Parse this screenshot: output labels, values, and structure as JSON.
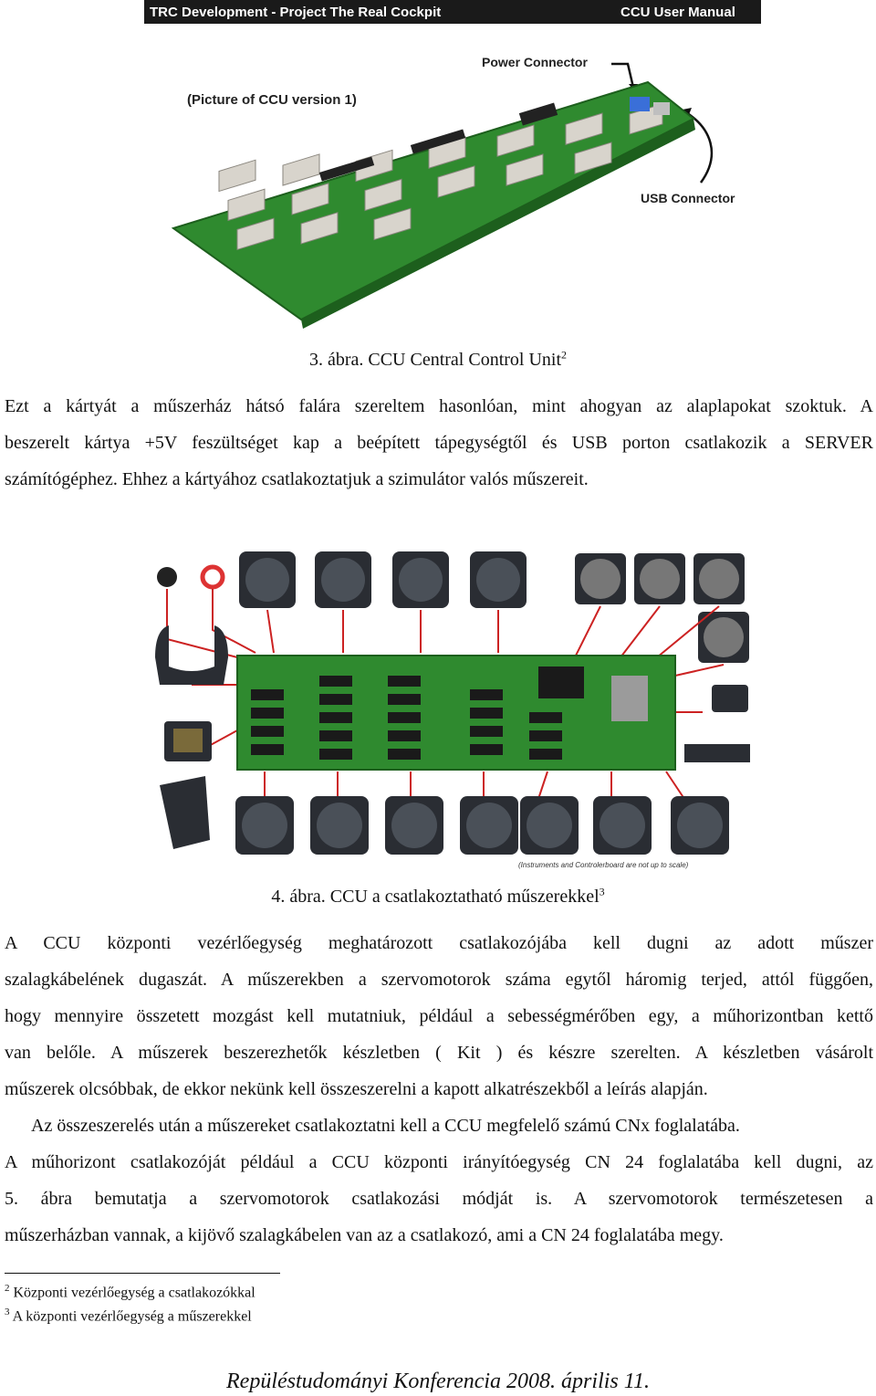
{
  "figure1": {
    "header_left": "TRC Development - Project The Real Cockpit",
    "header_right": "CCU User Manual",
    "picture_label": "(Picture of CCU version 1)",
    "power_label": "Power Connector",
    "usb_label": "USB Connector"
  },
  "caption1": {
    "text": "3. ábra. CCU Central Control Unit",
    "sup": "2"
  },
  "para1": [
    "Ezt a kártyát a műszerház hátsó falára szereltem hasonlóan, mint ahogyan az alaplapokat szoktuk. A",
    "beszerelt kártya +5V feszültséget kap a beépített tápegységtől és USB porton csatlakozik a SERVER",
    "számítógéphez. Ehhez a kártyához csatlakoztatjuk a szimulátor valós műszereit."
  ],
  "figure2": {
    "note": "(Instruments and Controlerboard are not up to scale)"
  },
  "caption2": {
    "text": "4. ábra. CCU a csatlakoztatható műszerekkel",
    "sup": "3"
  },
  "para2": [
    "A CCU központi vezérlőegység meghatározott csatlakozójába kell dugni az adott műszer",
    "szalagkábelének dugaszát. A műszerekben a szervomotorok száma egytől háromig terjed, attól függően,",
    "hogy mennyire összetett mozgást kell mutatniuk, például a sebességmérőben egy, a műhorizontban kettő",
    "van belőle. A műszerek beszerezhetők készletben ( Kit ) és készre szerelten. A készletben vásárolt",
    "műszerek olcsóbbak, de ekkor nekünk kell összeszerelni a kapott alkatrészekből a leírás alapján."
  ],
  "para3": [
    "Az összeszerelés után a műszereket csatlakoztatni kell a CCU megfelelő számú CNx foglalatába.",
    "A műhorizont csatlakozóját például a CCU központi irányítóegység CN 24 foglalatába kell dugni, az",
    "5. ábra bemutatja a szervomotorok csatlakozási módját is. A szervomotorok természetesen a",
    "műszerházban vannak, a kijövő szalagkábelen van az a csatlakozó, ami a CN 24 foglalatába megy."
  ],
  "footnotes": [
    {
      "num": "2",
      "text": "Központi vezérlőegység a csatlakozókkal"
    },
    {
      "num": "3",
      "text": "A központi vezérlőegység a műszerekkel"
    }
  ],
  "footer": "Repüléstudományi Konferencia 2008. április 11.",
  "colors": {
    "board_green": "#2f8a2f",
    "header_bg": "#1a1a1a",
    "instrument": "#2a2d33",
    "connector": "#d8d4cc"
  }
}
